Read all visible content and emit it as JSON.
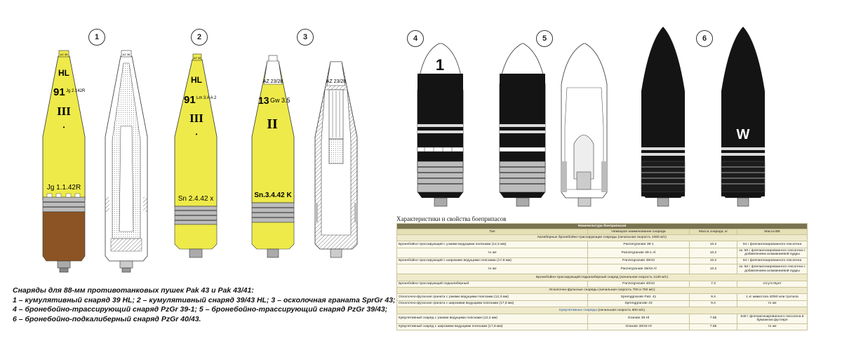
{
  "figures": {
    "numbers": [
      "1",
      "2",
      "3",
      "4",
      "5",
      "6"
    ],
    "shell1": {
      "top": "HL",
      "code": "91",
      "code_sub": "Jg 2.142R",
      "roman": "III",
      "dot": "•",
      "bottom": "Jg 1.1.42R",
      "tip": "AZ 38"
    },
    "shell2": {
      "top": "HL",
      "code": "91",
      "code_sub": "Lm 3 A A 2",
      "roman": "III",
      "dot": "•",
      "bottom": "Sn 2.4.42 x",
      "tip": "AZ 38"
    },
    "shell3": {
      "tip": "AZ 23/28",
      "code": "13",
      "code_sub": "Gw 3.5",
      "roman": "II",
      "bottom": "Sn.3.4.42 K",
      "cut_tip": "AZ 23/28"
    },
    "shell4": {
      "mark": "1"
    },
    "shell6": {
      "mark": "W"
    }
  },
  "caption": {
    "lines": [
      "Снаряды для 88-мм противотанковых пушек Pak 43 и Pak 43/41:",
      "1 – кумулятивный снаряд 39 HL; 2 – кумулятивный снаряд 39/43 HL; 3 – осколочная граната SprGr 43;",
      "4 – бронебойно-трассирующий снаряд PzGr 39-1; 5 – бронебойно-трассирующий снаряд PzGr 39/43;",
      "6 – бронебойно-подкалиберный снаряд PzGr 40/43."
    ]
  },
  "table": {
    "title": "Характеристики и свойства боеприпасов",
    "nomenclature": "Номенклатура боеприпасов",
    "headers": [
      "Тип",
      "Немецкое наименование снаряда",
      "Масса снаряда, кг",
      "Масса ВВ"
    ],
    "g1": "Калиберные бронебойно-трассирующие снаряды (начальная скорость 1000 м/с)",
    "r1": [
      "Бронебойно-трассирующий с узкими ведущими поясками (12,3 мм)",
      "Panzergranate 39-1",
      "10.2",
      "64 г флегматизированного гексогена"
    ],
    "r2": [
      "то же",
      "Panzergranate 39-1 Al",
      "10.2",
      "ок. 60 г флегматизированного гексогена с добавлением алюминиевой пудры"
    ],
    "r3": [
      "Бронебойно-трассирующий с широкими ведущими поясками (17,8 мм)",
      "Panzergranate 39/43",
      "10.2",
      "64 г флегматизированного гексогена"
    ],
    "r4": [
      "то же",
      "Panzergranate 39/43 Al",
      "10.2",
      "ок. 60 г флегматизированного гексогена с добавлением алюминиевой пудры"
    ],
    "g2": "Бронебойно-трассирующий подкалиберный снаряд (начальная скорость 1130 м/с)",
    "r5": [
      "Бронебойно-трассирующий подкалиберный",
      "Panzergranate 40/43",
      "7.3",
      "отсутствует"
    ],
    "g3": "Осколочно-фугасные снаряды (начальная скорость 700 и 750 м/с)",
    "r6": [
      "Осколочно-фугасная граната с узкими ведущими поясками (12,3 мм)",
      "Sprenggranate Patr. 41",
      "9.4",
      "1 кг аммотола 40/60 или тротила"
    ],
    "r7": [
      "Осколочно-фугасная граната с широкими ведущими поясками (17,8 мм)",
      "Sprenggranate 43",
      "9.4",
      "то же"
    ],
    "g4_hl": "Кумулятивные снаряды",
    "g4_rest": " (начальная скорость 600 м/с)",
    "r8": [
      "Кумулятивный снаряд с узкими ведущими поясками (12,3 мм)",
      "Granate 39 Hl",
      "7.65",
      "640 г флегматизированного гексогена в бумажном футляре"
    ],
    "r9": [
      "Кумулятивный снаряд с широкими ведущими поясками (17,8 мм)",
      "Granate 39/43 Hl",
      "7.65",
      "то же"
    ]
  },
  "colors": {
    "yellow": "#eeea4a",
    "copper": "#8c5424",
    "black": "#141414",
    "steel": "#9c9c9c",
    "tan": "#efeacb"
  }
}
